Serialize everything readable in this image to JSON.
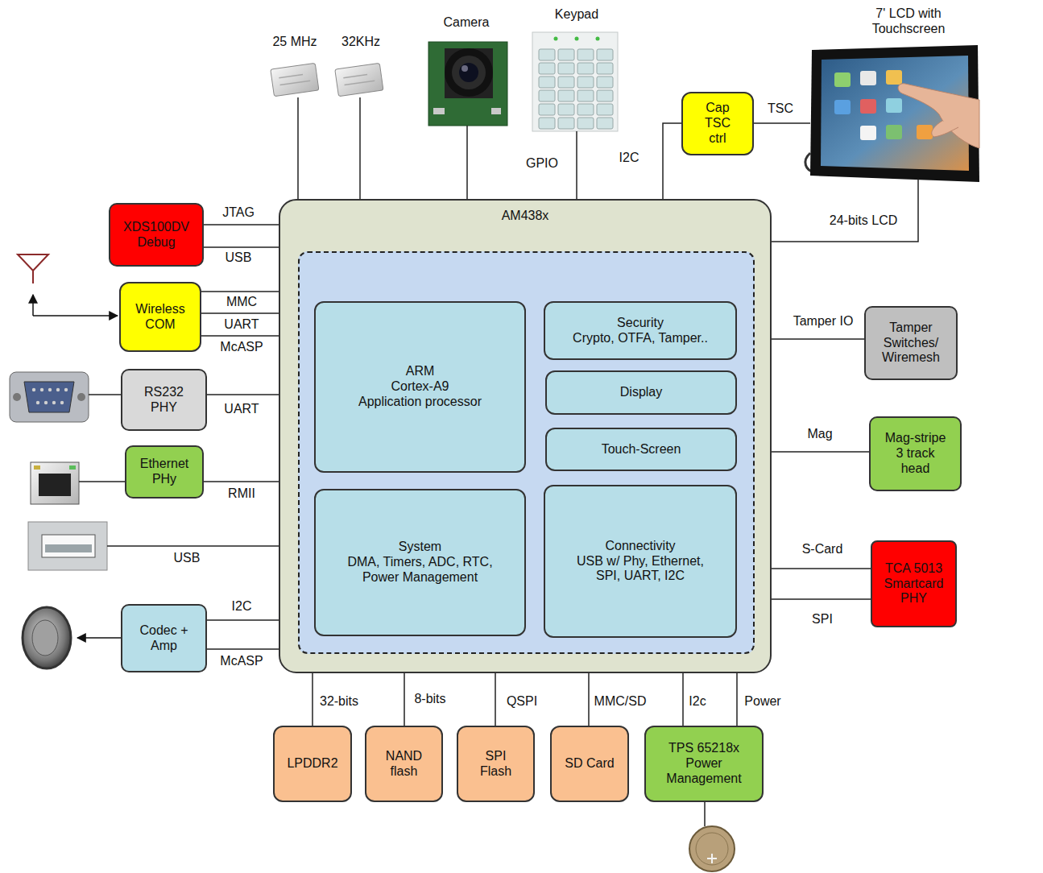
{
  "diagram": {
    "nodes": [
      {
        "text": [
          "AM438x"
        ]
      },
      {
        "text": [
          "ARM",
          "Cortex-A9",
          "Application processor"
        ],
        "in": 0
      },
      {
        "text": [
          "Security",
          "Crypto, OTFA, Tamper.."
        ],
        "in": 0
      },
      {
        "text": [
          "Display"
        ],
        "in": 0
      },
      {
        "text": [
          "Touch-Screen"
        ],
        "in": 0
      },
      {
        "text": [
          "System",
          "DMA, Timers, ADC, RTC, Power Management"
        ],
        "in": 0
      },
      {
        "text": [
          "Connectivity",
          "USB w/ Phy, Ethernet, SPI, UART, I2C"
        ],
        "in": 0
      },
      {
        "text": [
          "XDS100DV Debug"
        ]
      },
      {
        "text": [
          "Wireless COM"
        ]
      },
      {
        "text": [
          "RS232 PHY"
        ]
      },
      {
        "text": [
          "Ethernet PHy"
        ]
      },
      {
        "text": [
          "Codec + Amp"
        ]
      },
      {
        "text": [
          "Cap TSC ctrl"
        ]
      },
      {
        "text": [
          "Tamper Switches/ Wiremesh"
        ]
      },
      {
        "text": [
          "Mag-stripe 3 track head"
        ]
      },
      {
        "text": [
          "TCA 5013 Smartcard PHY"
        ]
      },
      {
        "text": [
          "LPDDR2"
        ]
      },
      {
        "text": [
          "NAND flash"
        ]
      },
      {
        "text": [
          "SPI Flash"
        ]
      },
      {
        "text": [
          "SD Card"
        ]
      },
      {
        "text": [
          "TPS 65218x Power Management"
        ]
      }
    ],
    "edges": [
      {
        "from": 7,
        "to": 0,
        "label": "JTAG",
        "arrow": "none"
      },
      {
        "from": 7,
        "to": 0,
        "label": "USB",
        "arrow": "none"
      },
      {
        "from": 8,
        "to": 0,
        "label": "MMC",
        "arrow": "none"
      },
      {
        "from": 8,
        "to": 0,
        "label": "UART",
        "arrow": "none"
      },
      {
        "from": 8,
        "to": 0,
        "label": "McASP",
        "arrow": "none"
      },
      {
        "from": 9,
        "to": 0,
        "label": "UART",
        "arrow": "none"
      },
      {
        "from": 10,
        "to": 0,
        "label": "RMII",
        "arrow": "none"
      },
      {
        "from": 11,
        "to": 0,
        "label": "I2C",
        "arrow": "none"
      },
      {
        "from": 11,
        "to": 0,
        "label": "McASP",
        "arrow": "none"
      },
      {
        "from": 12,
        "to": 0,
        "label": "I2C",
        "arrow": "none"
      },
      {
        "from": 13,
        "to": 0,
        "label": "Tamper IO",
        "arrow": "none"
      },
      {
        "from": 14,
        "to": 0,
        "label": "Mag",
        "arrow": "none"
      },
      {
        "from": 15,
        "to": 0,
        "label": "S-Card",
        "arrow": "none"
      },
      {
        "from": 15,
        "to": 0,
        "label": "SPI",
        "arrow": "none"
      },
      {
        "from": 16,
        "to": 0,
        "label": "32-bits",
        "arrow": "none"
      },
      {
        "from": 17,
        "to": 0,
        "label": "8-bits",
        "arrow": "none"
      },
      {
        "from": 18,
        "to": 0,
        "label": "QSPI",
        "arrow": "none"
      },
      {
        "from": 19,
        "to": 0,
        "label": "MMC/SD",
        "arrow": "none"
      },
      {
        "from": 20,
        "to": 0,
        "label": "I2c",
        "arrow": "none"
      },
      {
        "from": 20,
        "to": 0,
        "label": "Power",
        "arrow": "none"
      }
    ],
    "labels": [
      "Keypad",
      "Camera",
      "7' LCD with Touchscreen",
      "25 MHz",
      "32KHz",
      "TSC",
      "GPIO",
      "24-bits LCD",
      "USB"
    ]
  }
}
